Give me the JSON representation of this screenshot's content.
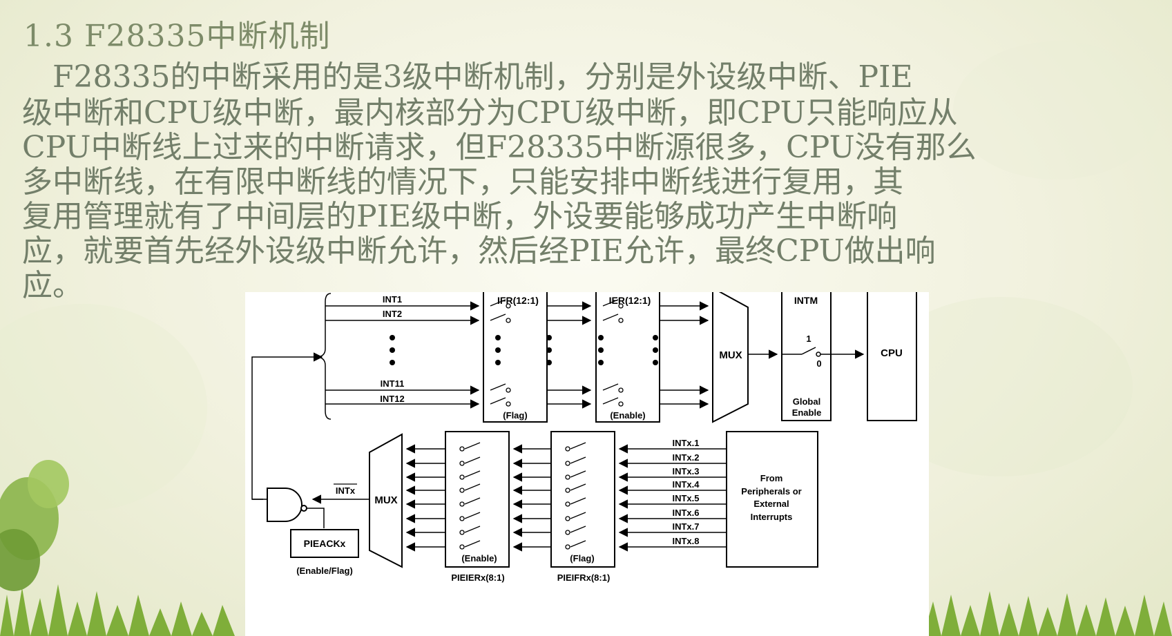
{
  "title": "1.3 F28335中断机制",
  "paragraph_lines": [
    "　F28335的中断采用的是3级中断机制，分别是外设级中断、PIE",
    "级中断和CPU级中断，最内核部分为CPU级中断，即CPU只能响应从",
    "CPU中断线上过来的中断请求，但F28335中断源很多，CPU没有那么",
    "多中断线，在有限中断线的情况下，只能安排中断线进行复用，其",
    "复用管理就有了中间层的PIE级中断，外设要能够成功产生中断响",
    "应，就要首先经外设级中断允许，然后经PIE允许，最终CPU做出响",
    "应。"
  ],
  "diagram": {
    "ifr_label": "IFR(12:1)",
    "ier_label": "IER(12:1)",
    "intm_label": "INTM",
    "int_lines": [
      "INT1",
      "INT2",
      "INT11",
      "INT12"
    ],
    "flag_label": "(Flag)",
    "enable_label": "(Enable)",
    "mux_label": "MUX",
    "switch_1": "1",
    "switch_0": "0",
    "global_enable": [
      "Global",
      "Enable"
    ],
    "cpu_label": "CPU",
    "intx_label": "INTx",
    "pie_lines": [
      "INTx.1",
      "INTx.2",
      "INTx.3",
      "INTx.4",
      "INTx.5",
      "INTx.6",
      "INTx.7",
      "INTx.8"
    ],
    "source_box": [
      "From",
      "Peripherals or",
      "External",
      "Interrupts"
    ],
    "pieack_label": "PIEACKx",
    "pieack_sub": "(Enable/Flag)",
    "pieier_label": "PIEIERx(8:1)",
    "pieifr_label": "PIEIFRx(8:1)"
  }
}
